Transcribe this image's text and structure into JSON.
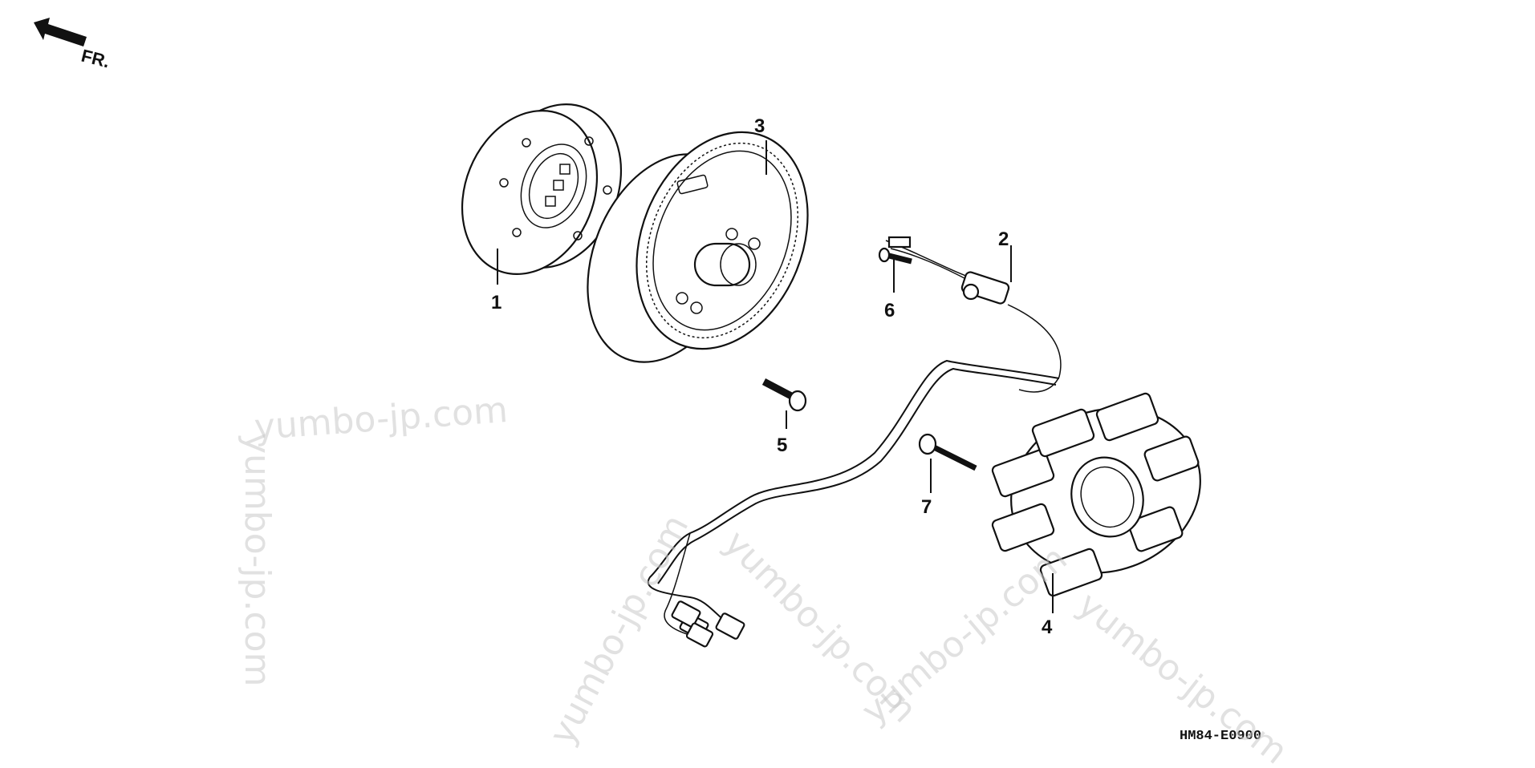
{
  "direction": {
    "label": "FR."
  },
  "callouts": {
    "p1": "1",
    "p2": "2",
    "p3": "3",
    "p4": "4",
    "p5": "5",
    "p6": "6",
    "p7": "7"
  },
  "diagram_code": "HM84-E0900",
  "watermark": "yumbo-jp.com"
}
